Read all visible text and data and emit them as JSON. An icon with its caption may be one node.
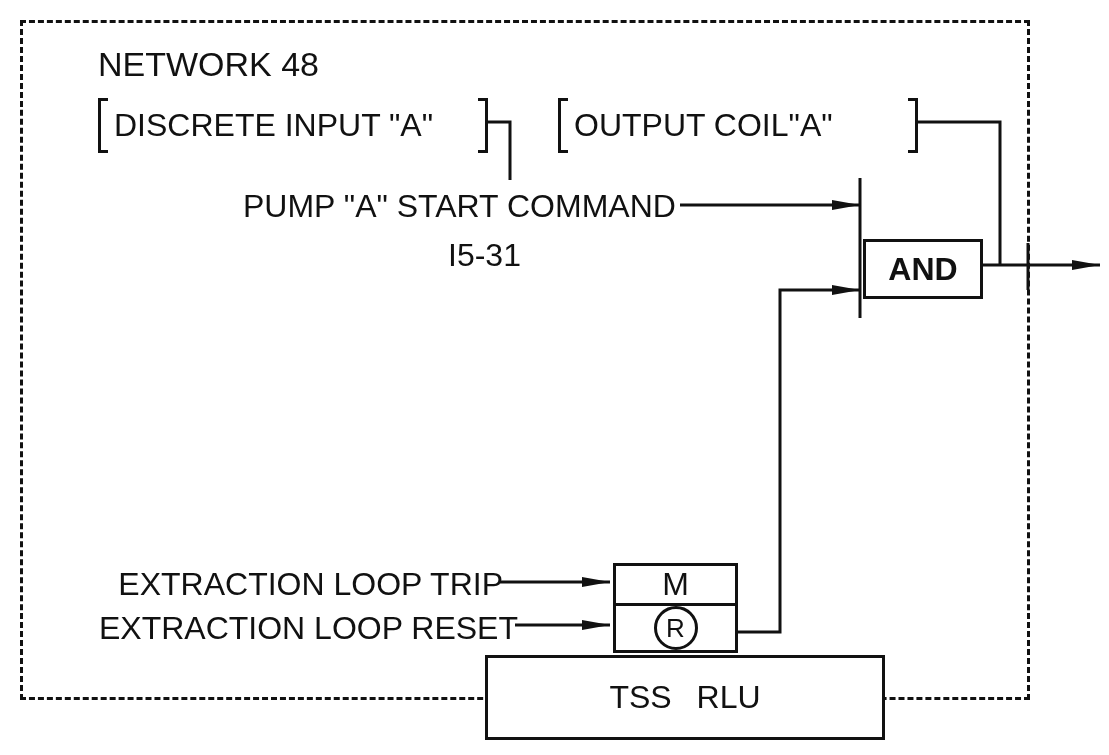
{
  "diagram": {
    "nodes": [
      {
        "text": [
          "NETWORK 48"
        ]
      },
      {
        "text": [
          "DISCRETE INPUT \"A\""
        ],
        "in": 0
      },
      {
        "text": [
          "PUMP \"A\" START COMMAND",
          "I5-31"
        ],
        "in": 0
      },
      {
        "text": [
          "AND"
        ],
        "in": 0
      },
      {
        "text": [
          "OUTPUT COIL\"A\""
        ],
        "in": 0
      },
      {
        "text": [
          "EXTRACTION LOOP TRIP"
        ],
        "in": 0
      },
      {
        "text": [
          "EXTRACTION LOOP RESET"
        ],
        "in": 0
      },
      {
        "text": [
          "M",
          "R"
        ],
        "in": 0
      },
      {
        "text": [
          "TSS RLU"
        ]
      }
    ],
    "edges": [
      {
        "from": 1,
        "to": 2,
        "arrow": "none"
      },
      {
        "from": 4,
        "to": null,
        "arrow": "none"
      },
      {
        "from": 2,
        "to": 3,
        "arrow": "to"
      },
      {
        "from": 7,
        "to": 3,
        "arrow": "to"
      },
      {
        "from": 5,
        "to": 7,
        "arrow": "to"
      },
      {
        "from": 6,
        "to": 7,
        "arrow": "to"
      },
      {
        "from": 3,
        "to": null,
        "arrow": "to"
      }
    ]
  }
}
